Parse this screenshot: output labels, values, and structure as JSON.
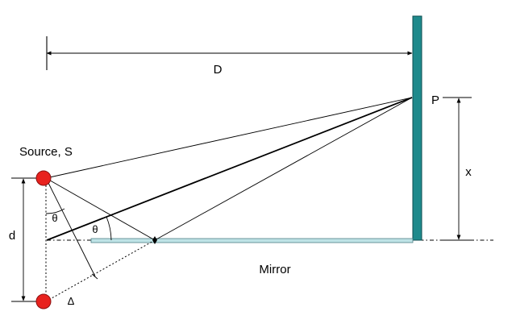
{
  "labels": {
    "distance": "D",
    "point": "P",
    "height": "x",
    "source": "Source, S",
    "separation": "d",
    "angle_upper": "θ",
    "angle_lower": "θ",
    "mirror": "Mirror",
    "path_difference": "Δ"
  },
  "colors": {
    "screen_fill": "#1f8a8c",
    "screen_stroke": "#0e4e50",
    "mirror_fill": "#bfe3e6",
    "mirror_stroke": "#4e7f86",
    "source_fill": "#e8221e",
    "source_stroke": "#8c1010",
    "line": "#000000"
  }
}
